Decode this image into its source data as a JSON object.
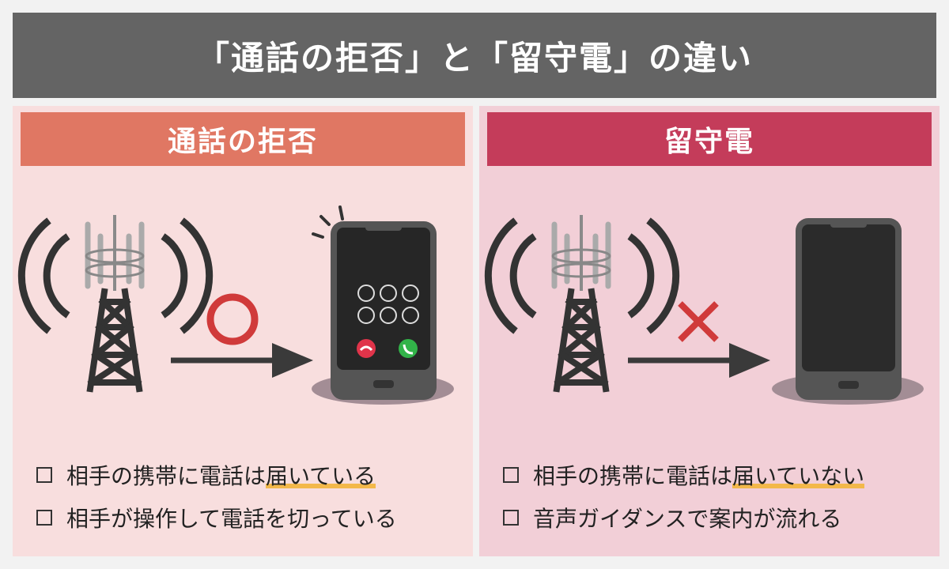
{
  "title": "「通話の拒否」と「留守電」の違い",
  "colors": {
    "title_bg": "#646464",
    "left_panel_bg": "#f8dede",
    "left_header_bg": "#e07763",
    "right_panel_bg": "#f2cfd7",
    "right_header_bg": "#c43c5a",
    "circle_mark": "#d03a3a",
    "cross_mark": "#d03a3a",
    "highlight": "#f3b84a"
  },
  "left": {
    "header": "通話の拒否",
    "mark_icon": "circle-ok-icon",
    "items": [
      {
        "text_plain": "相手の携帯に電話は",
        "text_highlight": "届いている"
      },
      {
        "text_plain": "相手が操作して電話を切っている",
        "text_highlight": ""
      }
    ]
  },
  "right": {
    "header": "留守電",
    "mark_icon": "cross-ng-icon",
    "items": [
      {
        "text_plain": "相手の携帯に電話は",
        "text_highlight": "届いていない"
      },
      {
        "text_plain": "音声ガイダンスで案内が流れる",
        "text_highlight": ""
      }
    ]
  }
}
